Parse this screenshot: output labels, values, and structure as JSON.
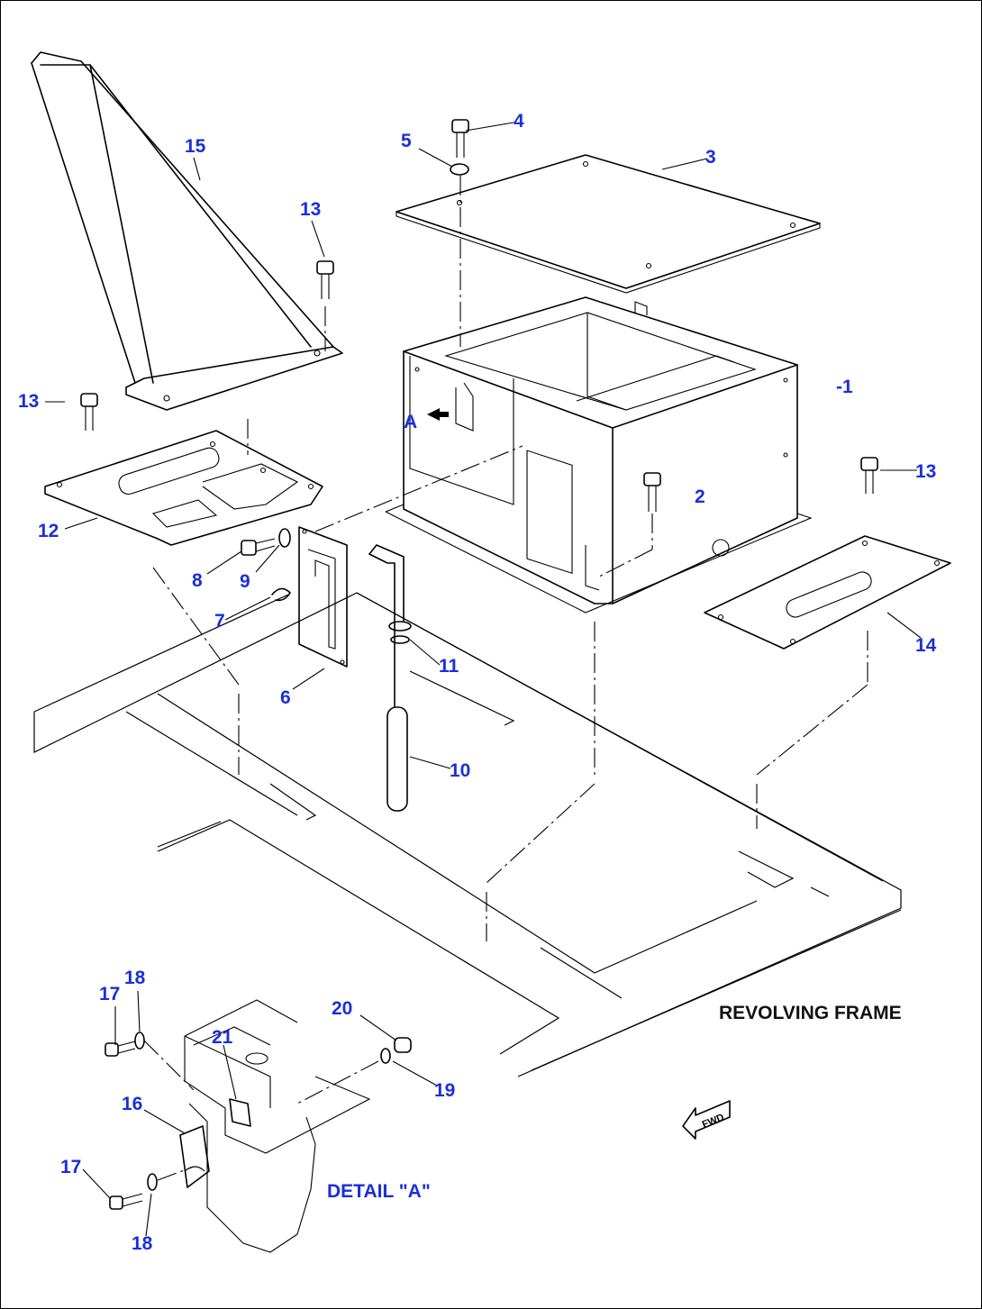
{
  "callouts": {
    "c1": "-1",
    "c2": "2",
    "c3": "3",
    "c4": "4",
    "c5": "5",
    "c6": "6",
    "c7": "7",
    "c8": "8",
    "c9": "9",
    "c10": "10",
    "c11": "11",
    "c12": "12",
    "c13a": "13",
    "c13b": "13",
    "c13c": "13",
    "c14": "14",
    "c15": "15",
    "c16": "16",
    "c17a": "17",
    "c17b": "17",
    "c18a": "18",
    "c18b": "18",
    "c19": "19",
    "c20": "20",
    "c21": "21"
  },
  "view_marker": "A",
  "captions": {
    "frame": "REVOLVING FRAME",
    "detail": "DETAIL \"A\""
  },
  "fwd_symbol": "FWD",
  "colors": {
    "callout": "#1a2fd8",
    "line": "#000000",
    "background": "#ffffff"
  }
}
